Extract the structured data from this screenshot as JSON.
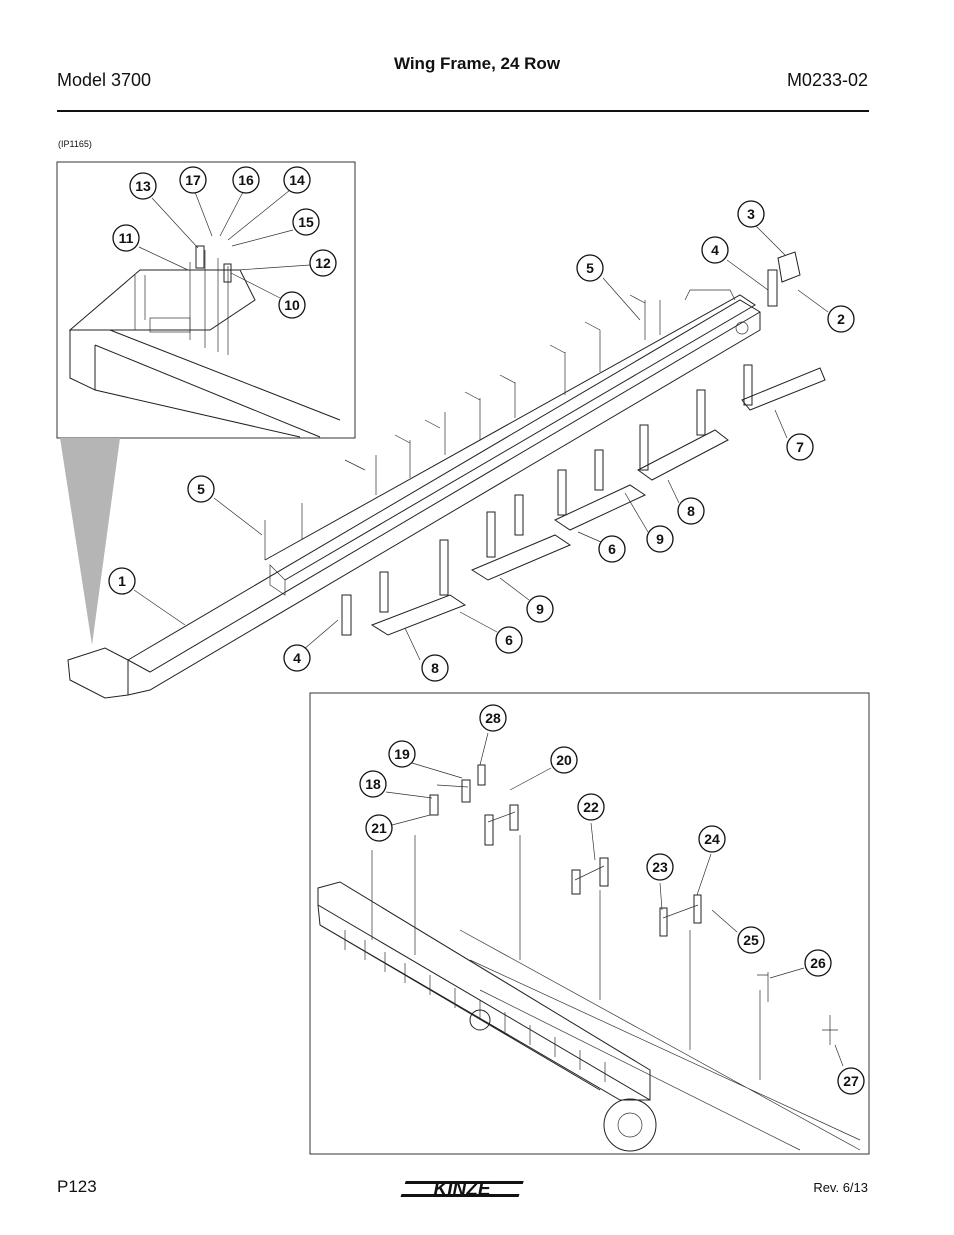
{
  "header": {
    "model": "Model 3700",
    "title": "Wing Frame, 24 Row",
    "doc_number": "M0233-02"
  },
  "figure": {
    "ref": "(IP1165)",
    "callouts": [
      "1",
      "2",
      "3",
      "4",
      "4",
      "5",
      "5",
      "6",
      "6",
      "7",
      "8",
      "8",
      "9",
      "9",
      "10",
      "11",
      "12",
      "13",
      "14",
      "15",
      "16",
      "17",
      "18",
      "19",
      "20",
      "21",
      "22",
      "23",
      "24",
      "25",
      "26",
      "27",
      "28"
    ]
  },
  "footer": {
    "page": "P123",
    "brand": "KINZE",
    "revision": "Rev. 6/13"
  },
  "colors": {
    "ink": "#111111",
    "shading": "#b5b5b5",
    "brand": "#111111"
  }
}
